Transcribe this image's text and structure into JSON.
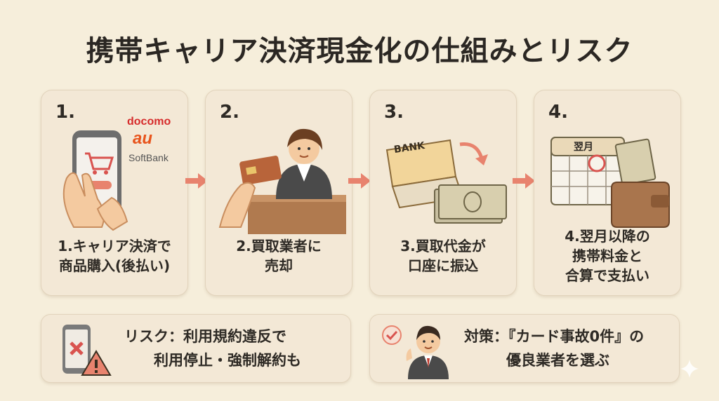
{
  "title": "携帯キャリア決済現金化の仕組みとリスク",
  "steps": [
    {
      "number": "1.",
      "caption": [
        "1.キャリア決済で",
        "商品購入(後払い)"
      ],
      "brands": [
        "docomo",
        "au",
        "SoftBank"
      ]
    },
    {
      "number": "2.",
      "caption": [
        "2.買取業者に",
        "売却"
      ]
    },
    {
      "number": "3.",
      "caption": [
        "3.買取代金が",
        "口座に振込"
      ],
      "bank_label": "BANK"
    },
    {
      "number": "4.",
      "caption": [
        "4.翌月以降の",
        "携帯料金と",
        "合算で支払い"
      ],
      "calendar_label": "翌月"
    }
  ],
  "risk": {
    "lines": [
      "リスク：利用規約違反で",
      "利用停止・強制解約も"
    ]
  },
  "measure": {
    "lines": [
      "対策：『カード事故0件』の",
      "優良業者を選ぶ"
    ]
  },
  "icons": [
    "phone-shopping-icon",
    "cashier-icon",
    "bank-book-icon",
    "calendar-wallet-icon",
    "warning-phone-icon",
    "businessman-icon",
    "check-icon",
    "arrow-right-icon",
    "sparkle-icon"
  ],
  "colors": {
    "background": "#f6eedb",
    "card": "#f3e8d6",
    "arrow": "#e8836e",
    "accent_red": "#d9534f",
    "text": "#2e2a25"
  }
}
